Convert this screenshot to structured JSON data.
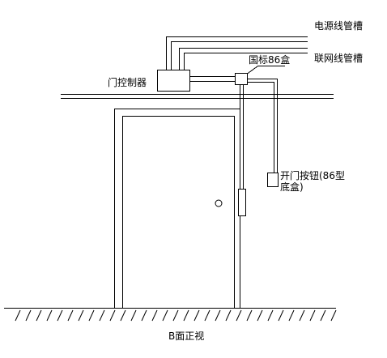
{
  "labels": {
    "power_conduit": "电源线管槽",
    "network_conduit": "联网线管槽",
    "box_86": "国标86盒",
    "controller": "门控制器",
    "button_line1": "开门按钮(86型",
    "button_line2": "底盒)",
    "caption": "B面正视"
  },
  "colors": {
    "stroke": "#000000",
    "background": "#ffffff"
  }
}
